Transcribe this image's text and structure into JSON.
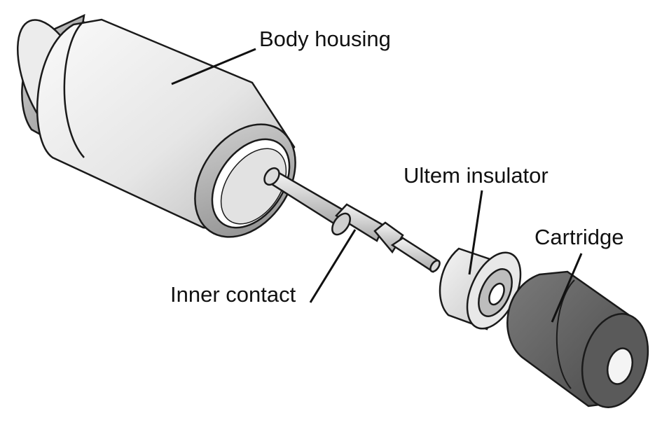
{
  "labels": {
    "body_housing": "Body housing",
    "ultem_insulator": "Ultem insulator",
    "cartridge": "Cartridge",
    "inner_contact": "Inner contact"
  },
  "colors": {
    "outline": "#1a1a1a",
    "body_light": "#f2f2f2",
    "body_mid": "#d9d9d9",
    "body_dark": "#9a9a9a",
    "cartridge": "#6a6a6a",
    "cartridge_dark": "#3a3a3a",
    "leader": "#111111"
  }
}
